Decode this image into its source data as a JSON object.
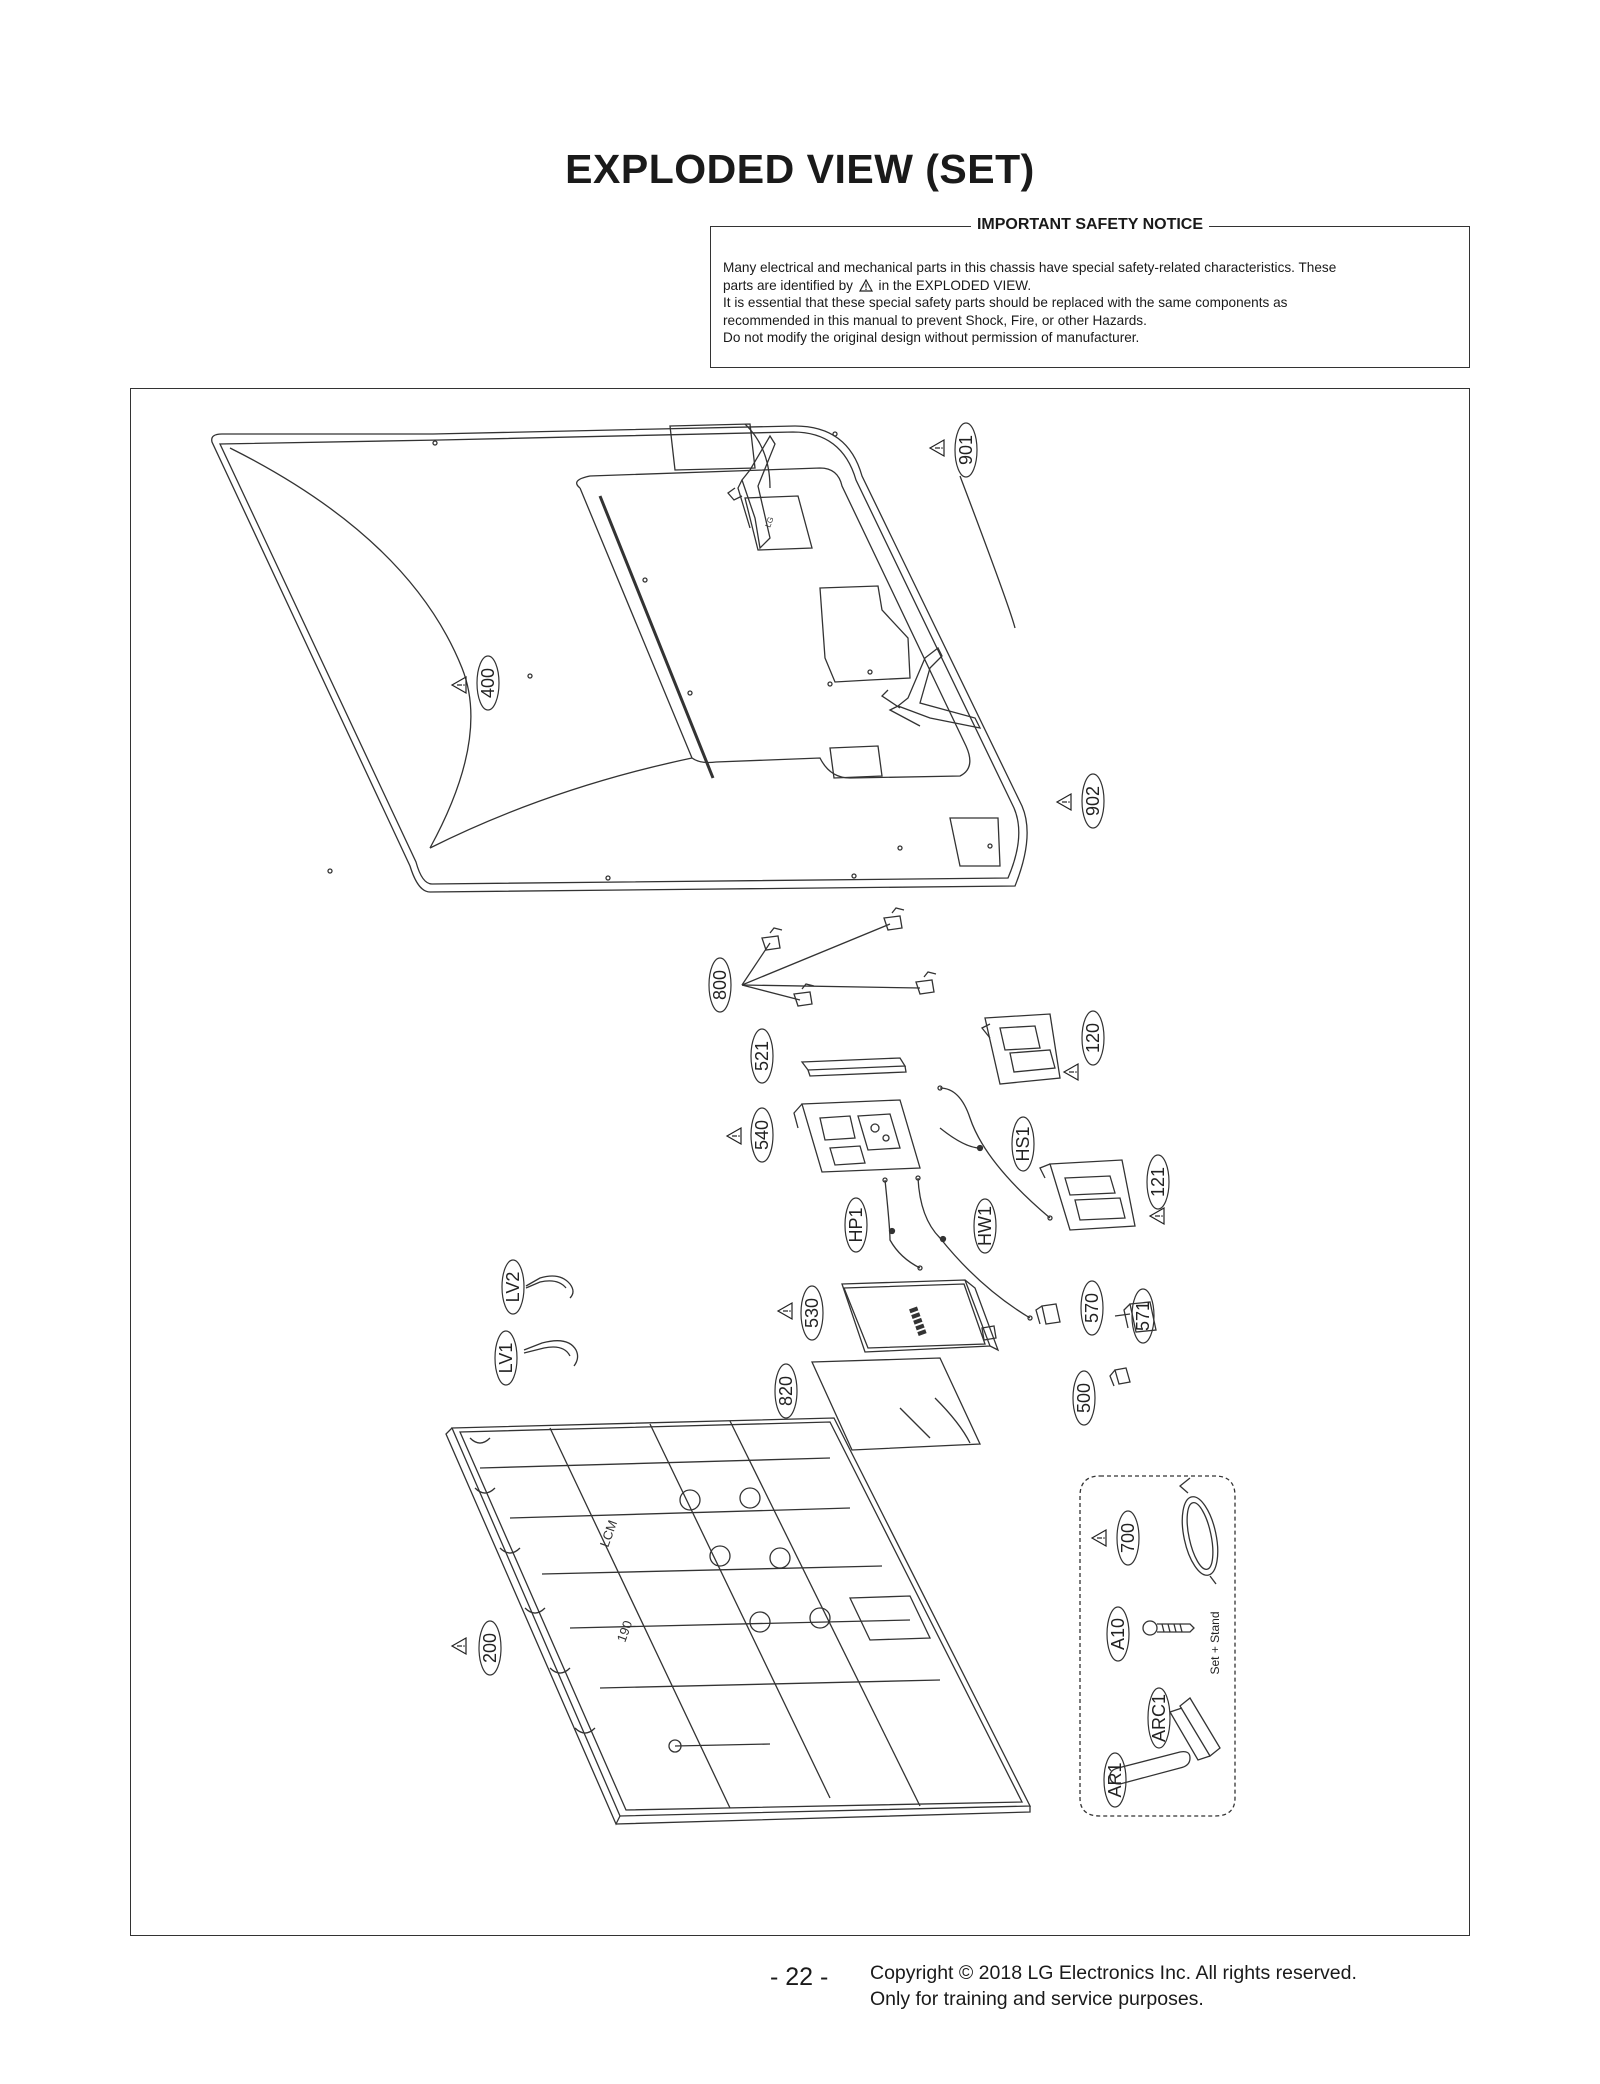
{
  "page": {
    "title": "EXPLODED VIEW (SET)",
    "page_number": "- 22 -"
  },
  "notice": {
    "heading": "IMPORTANT SAFETY NOTICE",
    "line1": "Many electrical and mechanical parts in this chassis have special safety-related characteristics. These",
    "line2_before": "parts are identified by",
    "line2_after": "in the EXPLODED VIEW.",
    "line3": "It is essential that these special safety parts should be replaced with the same components as",
    "line4": "recommended in this manual to prevent Shock, Fire, or other Hazards.",
    "line5": "Do not modify the original design without permission of manufacturer."
  },
  "callouts": {
    "c400": "400",
    "c901": "901",
    "c902": "902",
    "c800": "800",
    "c521": "521",
    "c120": "120",
    "c540": "540",
    "cHS1": "HS1",
    "c121": "121",
    "cHP1": "HP1",
    "cHW1": "HW1",
    "cLV2": "LV2",
    "cLV1": "LV1",
    "c530": "530",
    "c570": "570",
    "c571": "571",
    "c820": "820",
    "c500": "500",
    "c700": "700",
    "cA10": "A10",
    "c200": "200",
    "cARC1": "ARC1",
    "cAR1": "AR1"
  },
  "accessory_box": {
    "label": "Set + Stand"
  },
  "part_markings": {
    "lcm": "LCM",
    "lcm_num": "190"
  },
  "footer": {
    "copyright": "Copyright © 2018 LG Electronics Inc. All rights reserved.",
    "purpose": "Only for training and service purposes."
  },
  "icons": {
    "safety": "warning-triangle-icon"
  }
}
